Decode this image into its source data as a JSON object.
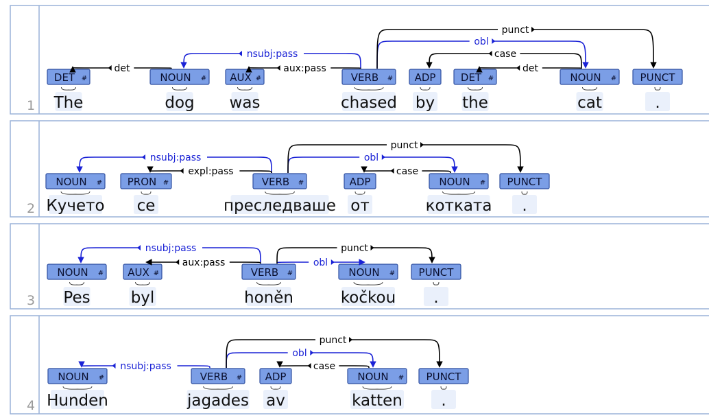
{
  "palette": {
    "panel_border": "#9ab2d8",
    "tag_fill": "#7b9ee6",
    "tag_stroke": "#2f4f9f",
    "token_bg": "#eaf0fb",
    "arc_black": "#000000",
    "arc_blue": "#1a22d6",
    "row_number": "#9a9a9a",
    "word": "#111111"
  },
  "sentences": [
    {
      "number": "1",
      "tokens": [
        {
          "pos": "DET",
          "word": "The",
          "feat": true
        },
        {
          "pos": "NOUN",
          "word": "dog",
          "feat": true
        },
        {
          "pos": "AUX",
          "word": "was",
          "feat": true
        },
        {
          "pos": "VERB",
          "word": "chased",
          "feat": true
        },
        {
          "pos": "ADP",
          "word": "by",
          "feat": false
        },
        {
          "pos": "DET",
          "word": "the",
          "feat": true
        },
        {
          "pos": "NOUN",
          "word": "cat",
          "feat": true
        },
        {
          "pos": "PUNCT",
          "word": ".",
          "feat": false
        }
      ],
      "arcs": [
        {
          "label": "det",
          "from": 1,
          "to": 0,
          "color": "black"
        },
        {
          "label": "nsubj:pass",
          "from": 3,
          "to": 1,
          "color": "blue"
        },
        {
          "label": "aux:pass",
          "from": 3,
          "to": 2,
          "color": "black"
        },
        {
          "label": "case",
          "from": 6,
          "to": 4,
          "color": "black"
        },
        {
          "label": "det",
          "from": 6,
          "to": 5,
          "color": "black"
        },
        {
          "label": "obl",
          "from": 3,
          "to": 6,
          "color": "blue"
        },
        {
          "label": "punct",
          "from": 3,
          "to": 7,
          "color": "black"
        }
      ]
    },
    {
      "number": "2",
      "tokens": [
        {
          "pos": "NOUN",
          "word": "Кучето",
          "feat": true
        },
        {
          "pos": "PRON",
          "word": "се",
          "feat": true
        },
        {
          "pos": "VERB",
          "word": "преследваше",
          "feat": true
        },
        {
          "pos": "ADP",
          "word": "от",
          "feat": false
        },
        {
          "pos": "NOUN",
          "word": "котката",
          "feat": true
        },
        {
          "pos": "PUNCT",
          "word": ".",
          "feat": false
        }
      ],
      "arcs": [
        {
          "label": "nsubj:pass",
          "from": 2,
          "to": 0,
          "color": "blue"
        },
        {
          "label": "expl:pass",
          "from": 2,
          "to": 1,
          "color": "black"
        },
        {
          "label": "case",
          "from": 4,
          "to": 3,
          "color": "black"
        },
        {
          "label": "obl",
          "from": 2,
          "to": 4,
          "color": "blue"
        },
        {
          "label": "punct",
          "from": 2,
          "to": 5,
          "color": "black"
        }
      ]
    },
    {
      "number": "3",
      "tokens": [
        {
          "pos": "NOUN",
          "word": "Pes",
          "feat": true
        },
        {
          "pos": "AUX",
          "word": "byl",
          "feat": true
        },
        {
          "pos": "VERB",
          "word": "honěn",
          "feat": true
        },
        {
          "pos": "NOUN",
          "word": "kočkou",
          "feat": true
        },
        {
          "pos": "PUNCT",
          "word": ".",
          "feat": false
        }
      ],
      "arcs": [
        {
          "label": "nsubj:pass",
          "from": 2,
          "to": 0,
          "color": "blue"
        },
        {
          "label": "aux:pass",
          "from": 2,
          "to": 1,
          "color": "black"
        },
        {
          "label": "obl",
          "from": 2,
          "to": 3,
          "color": "blue"
        },
        {
          "label": "punct",
          "from": 2,
          "to": 4,
          "color": "black"
        }
      ]
    },
    {
      "number": "4",
      "tokens": [
        {
          "pos": "NOUN",
          "word": "Hunden",
          "feat": true
        },
        {
          "pos": "VERB",
          "word": "jagades",
          "feat": true
        },
        {
          "pos": "ADP",
          "word": "av",
          "feat": false
        },
        {
          "pos": "NOUN",
          "word": "katten",
          "feat": true
        },
        {
          "pos": "PUNCT",
          "word": ".",
          "feat": false
        }
      ],
      "arcs": [
        {
          "label": "nsubj:pass",
          "from": 1,
          "to": 0,
          "color": "blue"
        },
        {
          "label": "case",
          "from": 3,
          "to": 2,
          "color": "black"
        },
        {
          "label": "obl",
          "from": 1,
          "to": 3,
          "color": "blue"
        },
        {
          "label": "punct",
          "from": 1,
          "to": 4,
          "color": "black"
        }
      ]
    }
  ]
}
